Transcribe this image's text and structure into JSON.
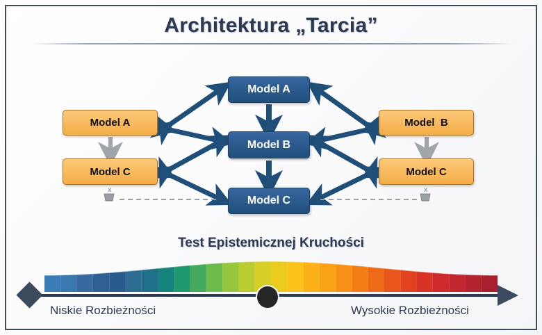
{
  "title": "Architektura „Tarcia”",
  "diagram": {
    "center_column": [
      {
        "label": "Model A",
        "color": "#1f4e79"
      },
      {
        "label": "Model B",
        "color": "#1f4e79"
      },
      {
        "label": "Model C",
        "color": "#1f4e79"
      }
    ],
    "left_column": [
      {
        "label": "Model A",
        "color": "#f8bb60"
      },
      {
        "label": "Model C",
        "color": "#f8bb60"
      }
    ],
    "right_column": [
      {
        "label": "Model  B",
        "color": "#f8bb60"
      },
      {
        "label": "Model C",
        "color": "#f8bb60"
      }
    ],
    "marker_glyph": "x",
    "arrow_color": "#1f4e79",
    "flow_arrow_color": "#9fa5ab",
    "dashed_line_color": "#9aa0a6"
  },
  "scale": {
    "title": "Test Epistemicznej Kruchości",
    "left_label": "Niskie Rozbieżności",
    "right_label": "Wysokie Rozbieżności",
    "axis_color": "#2b3a52",
    "marker_color": "#262626",
    "gradient_stops": [
      "#3a7cb8",
      "#3b78b0",
      "#39699f",
      "#2f5f93",
      "#2a5b8f",
      "#2d6d94",
      "#1f7088",
      "#16847c",
      "#1f9a6e",
      "#45ab5c",
      "#6cbb4c",
      "#96c63e",
      "#b9cc30",
      "#d6cf26",
      "#eccb1f",
      "#fbc21a",
      "#fbb117",
      "#f9a215",
      "#f79115",
      "#f47d16",
      "#ef6a18",
      "#e9561c",
      "#e2421f",
      "#d93226",
      "#cf2a2c",
      "#c4262f",
      "#b52330",
      "#a81f2d"
    ]
  },
  "colors": {
    "frame": "#3b4a5c",
    "title_text": "#2b3a52",
    "blue_box": "#1f4e79",
    "orange_box": "#f8bb60"
  }
}
